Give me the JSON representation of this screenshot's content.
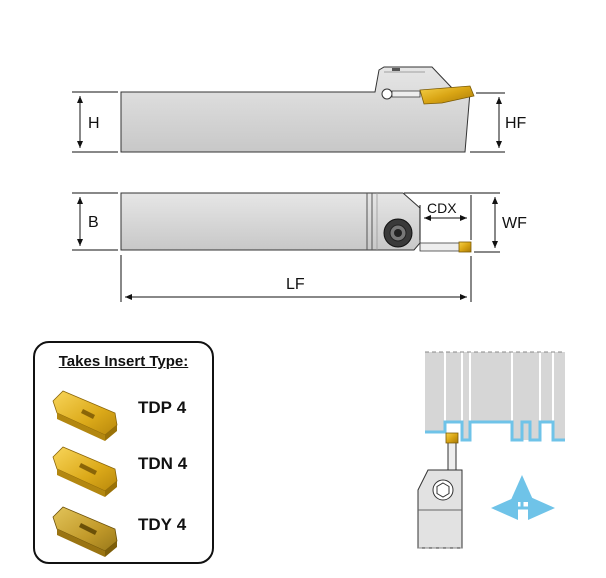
{
  "dimensions": {
    "h": "H",
    "hf": "HF",
    "b": "B",
    "wf": "WF",
    "cdx": "CDX",
    "lf": "LF"
  },
  "inserts": {
    "title": "Takes Insert Type:",
    "items": [
      {
        "code": "TDP",
        "size": "4"
      },
      {
        "code": "TDN",
        "size": "4"
      },
      {
        "code": "TDY",
        "size": "4"
      }
    ]
  },
  "colors": {
    "body": "#d9d9d9",
    "insert_gold": "#e0b020",
    "motion_arrows": "#6fc3e8",
    "outline": "#222222"
  }
}
